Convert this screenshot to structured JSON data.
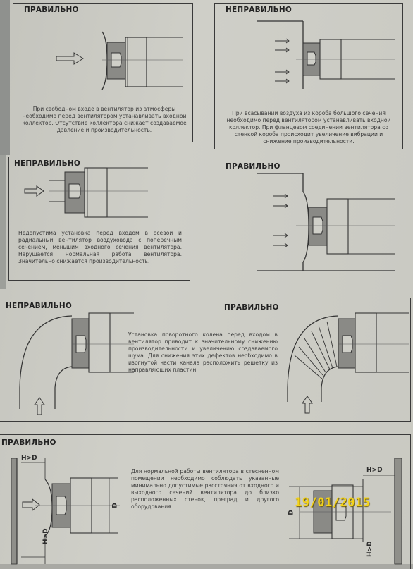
{
  "labels": {
    "correct": "ПРАВИЛЬНО",
    "incorrect": "НЕПРАВИЛЬНО"
  },
  "captions": {
    "c1": "При свободном входе в вентилятор из атмосферы необходимо перед вентилятором устанавливать входной коллектор. Отсутствие коллектора снижает создаваемое давление и производительность.",
    "c2": "При всасывании воздуха из короба большого сечения необходимо перед вентилятором устанавливать входной коллектор. При фланцевом соединении вентилятора со стенкой короба происходит увеличение вибрации и снижение производительности.",
    "c3": "Недопустима установка перед входом в осевой и радиальный вентилятор воздуховода с поперечным сечением, меньшим входного сечения вентилятора. Нарушается нормальная работа вентилятора. Значительно снижается производительность.",
    "c4": "Установка поворотного колена перед входом в вентилятор приводит к значительному снижению производительности и увеличению создаваемого шума. Для снижения этих дефектов необходимо в изогнутой части канала расположить решетку из направляющих пластин.",
    "c5": "Для нормальной работы вентилятора в стесненном помещении необходимо соблюдать указанные минимально допустимые расстояния от входного и выходного сечений вентилятора до близко расположенных стенок, преград и другого оборудования."
  },
  "dims": {
    "hd": "H>D",
    "d": "D"
  },
  "stamp": "19/01/2015"
}
